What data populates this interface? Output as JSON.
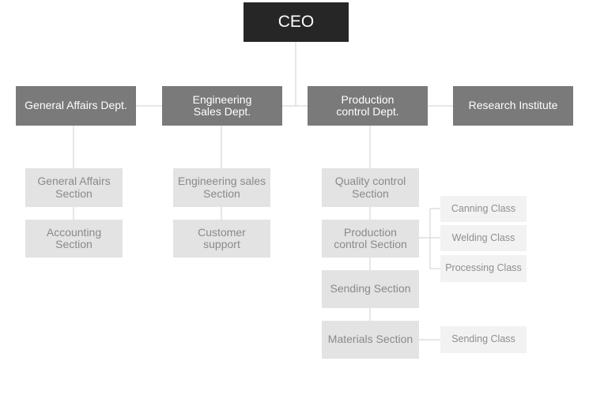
{
  "ceo": "CEO",
  "departments": {
    "general_affairs": "General Affairs Dept.",
    "engineering_sales": "Engineering\nSales Dept.",
    "production_control": "Production\ncontrol Dept.",
    "research": "Research Institute"
  },
  "sections": {
    "general_affairs_section": "General Affairs\nSection",
    "accounting_section": "Accounting\nSection",
    "engineering_sales_section": "Engineering sales\nSection",
    "customer_support": "Customer\nsupport",
    "quality_control_section": "Quality control\nSection",
    "production_control_section": "Production\ncontrol Section",
    "sending_section": "Sending Section",
    "materials_section": "Materials Section"
  },
  "classes": {
    "canning": "Canning Class",
    "welding": "Welding Class",
    "processing": "Processing Class",
    "sending": "Sending Class"
  }
}
